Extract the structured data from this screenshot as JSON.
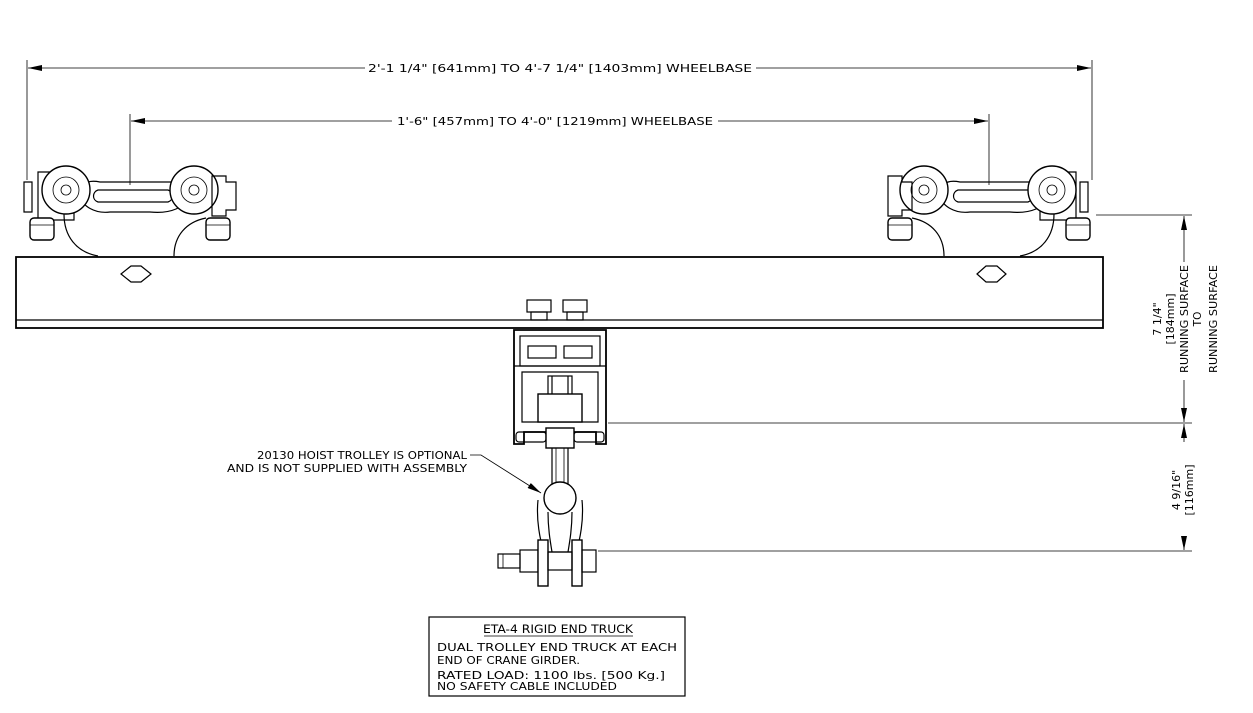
{
  "dimensions": {
    "outer_wheelbase": "2'-1 1/4\" [641mm] TO 4'-7 1/4\" [1403mm] WHEELBASE",
    "inner_wheelbase": "1'-6\" [457mm] TO 4'-0\" [1219mm] WHEELBASE",
    "height_a": [
      "7 1/4\"",
      "[184mm]",
      "RUNNING SURFACE",
      "TO",
      "RUNNING SURFACE"
    ],
    "height_b": [
      "4 9/16\"",
      "[116mm]"
    ]
  },
  "callout": {
    "line1": "20130 HOIST TROLLEY IS OPTIONAL",
    "line2": "AND IS NOT SUPPLIED WITH ASSEMBLY"
  },
  "title_block": {
    "title": "ETA-4 RIGID END TRUCK",
    "lines": [
      "DUAL TROLLEY END TRUCK AT EACH",
      "END OF CRANE GIRDER.",
      "RATED LOAD: 1100 lbs. [500 Kg.]",
      "NO SAFETY CABLE INCLUDED"
    ]
  }
}
